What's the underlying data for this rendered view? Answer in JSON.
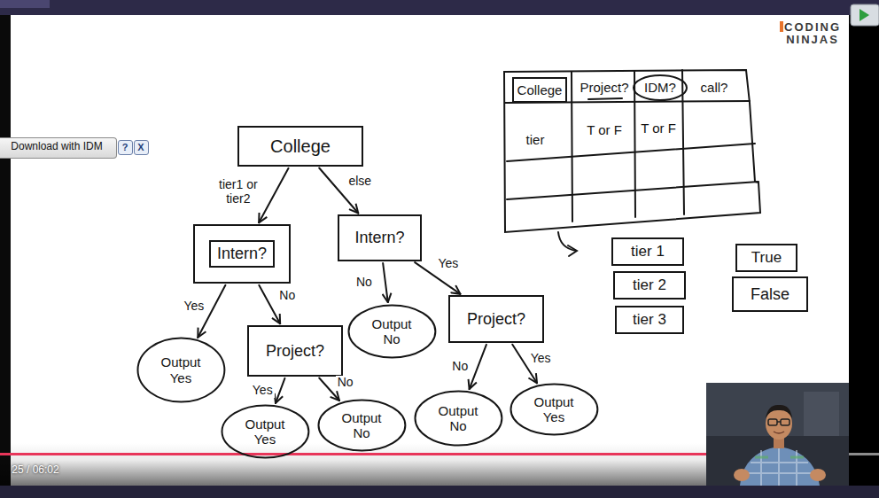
{
  "diagram": {
    "nodes": [
      {
        "text": [
          "College"
        ]
      },
      {
        "text": [
          "Intern?"
        ]
      },
      {
        "text": [
          "Intern?"
        ]
      },
      {
        "text": [
          "Output Yes"
        ]
      },
      {
        "text": [
          "Project?"
        ]
      },
      {
        "text": [
          "Output No"
        ]
      },
      {
        "text": [
          "Project?"
        ]
      },
      {
        "text": [
          "Output Yes"
        ]
      },
      {
        "text": [
          "Output No"
        ]
      },
      {
        "text": [
          "Output No"
        ]
      },
      {
        "text": [
          "Output Yes"
        ]
      },
      {
        "text": [
          "tier 1"
        ]
      },
      {
        "text": [
          "tier 2"
        ]
      },
      {
        "text": [
          "tier 3"
        ]
      },
      {
        "text": [
          "True"
        ]
      },
      {
        "text": [
          "False"
        ]
      }
    ],
    "edges": [
      {
        "from": 0,
        "to": 1,
        "arrow": "to",
        "label": "tier1 or tier2"
      },
      {
        "from": 0,
        "to": 2,
        "arrow": "to",
        "label": "else"
      },
      {
        "from": 1,
        "to": 3,
        "arrow": "to",
        "label": "Yes"
      },
      {
        "from": 1,
        "to": 4,
        "arrow": "to",
        "label": "No"
      },
      {
        "from": 2,
        "to": 5,
        "arrow": "to",
        "label": "No"
      },
      {
        "from": 2,
        "to": 6,
        "arrow": "to",
        "label": "Yes"
      },
      {
        "from": 4,
        "to": 7,
        "arrow": "to",
        "label": "Yes"
      },
      {
        "from": 4,
        "to": 8,
        "arrow": "to",
        "label": "No"
      },
      {
        "from": 6,
        "to": 9,
        "arrow": "to",
        "label": "No"
      },
      {
        "from": 6,
        "to": 10,
        "arrow": "to",
        "label": "Yes"
      }
    ],
    "labels": [
      "College",
      "Project?",
      "IDM?",
      "call?",
      "tier",
      "T or F",
      "T or F",
      "CODING",
      "NINJAS",
      "Download with IDM",
      "?",
      "X",
      "25 / 06:02"
    ]
  }
}
